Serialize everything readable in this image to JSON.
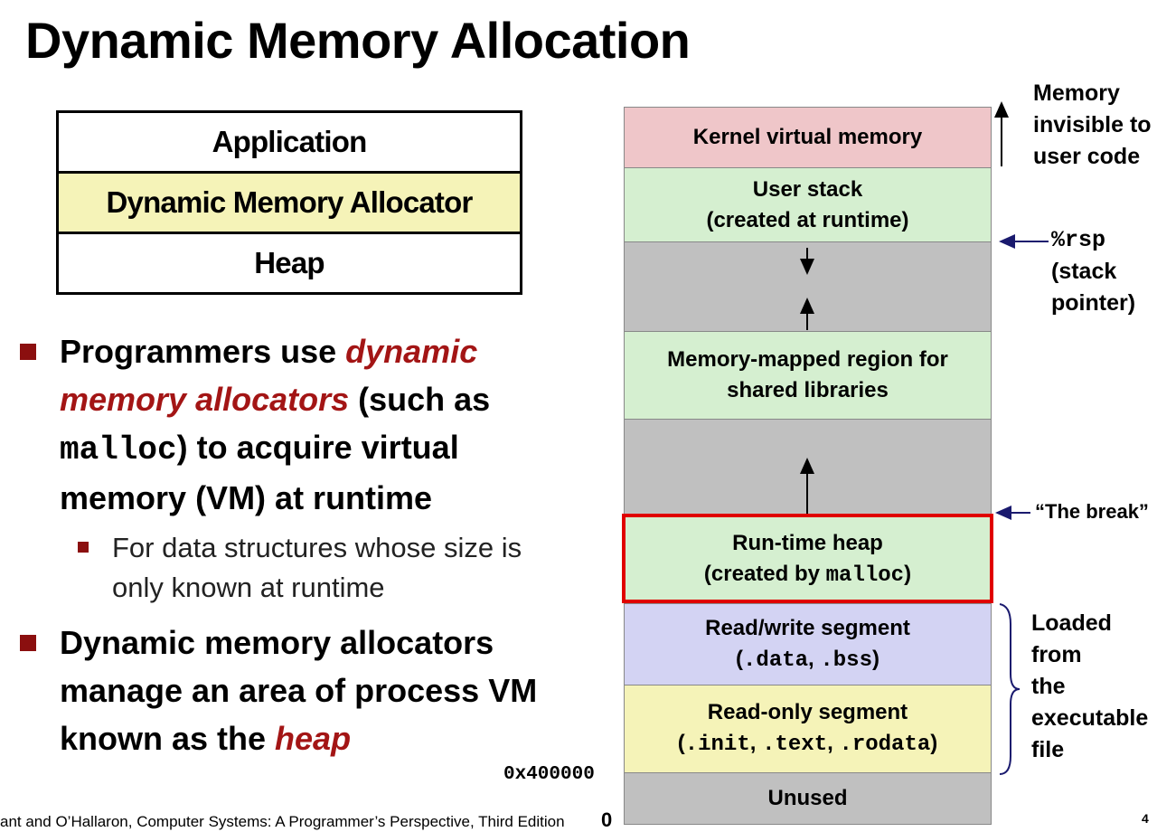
{
  "title": "Dynamic Memory Allocation",
  "stack": {
    "application": "Application",
    "allocator": "Dynamic Memory Allocator",
    "heap": "Heap"
  },
  "bullets": {
    "b1": {
      "pre": "Programmers use ",
      "emph": "dynamic memory allocators",
      "mid": " (such as ",
      "code": "malloc",
      "post": ") to acquire virtual memory (VM) at runtime"
    },
    "sub1": "For data structures whose size is only known at runtime",
    "b2": {
      "pre": "Dynamic memory allocators manage an area of process VM known as the ",
      "emph": "heap"
    }
  },
  "memory": {
    "kernel": "Kernel virtual memory",
    "user_stack_1": "User stack",
    "user_stack_2": "(created at runtime)",
    "mmap_1": "Memory-mapped region for",
    "mmap_2": "shared libraries",
    "heap_1": "Run-time heap",
    "heap_2_pre": "(created by ",
    "heap_2_code": "malloc",
    "heap_2_post": ")",
    "rw_1": "Read/write segment",
    "rw_2_a": ".data",
    "rw_2_sep": ", ",
    "rw_2_b": ".bss",
    "ro_1": "Read-only segment",
    "ro_2_a": ".init",
    "ro_2_b": ".text",
    "ro_2_c": ".rodata",
    "unused": "Unused",
    "addr": "0x400000",
    "zero": "0"
  },
  "annotations": {
    "invisible_1": "Memory",
    "invisible_2": "invisible to",
    "invisible_3": "user code",
    "rsp": "%rsp",
    "rsp_2": "(stack",
    "rsp_3": "pointer)",
    "brk": "“The break”",
    "loaded_1": "Loaded",
    "loaded_2": "from",
    "loaded_3": "the",
    "loaded_4": "executable",
    "loaded_5": "file"
  },
  "footer": {
    "citation": "ant and O’Hallaron, Computer Systems: A Programmer’s Perspective, Third Edition",
    "page": "4"
  },
  "colors": {
    "accent_red": "#a31515",
    "bullet": "#8b0f0f",
    "kernel": "#efc6c9",
    "green": "#d5efd0",
    "gray": "#c0c0c0",
    "rw": "#d3d3f3",
    "ro": "#f5f3b8",
    "heap_outline": "#e00000",
    "arrow_navy": "#1a1a6e"
  }
}
